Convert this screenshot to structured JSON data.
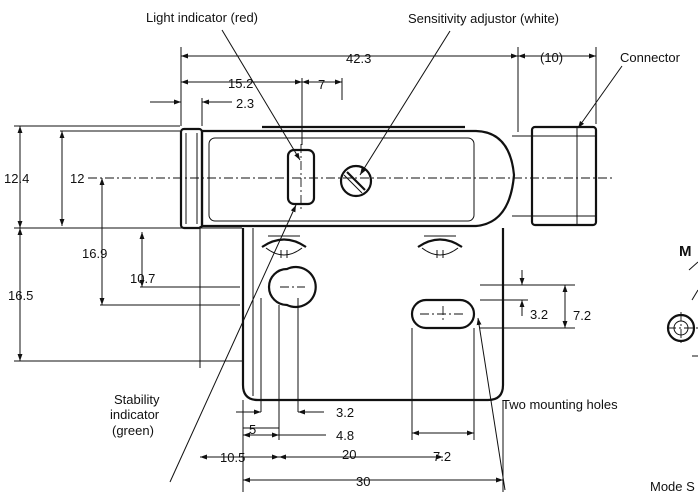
{
  "callouts": {
    "light_indicator": "Light indicator (red)",
    "sensitivity_adjustor": "Sensitivity adjustor (white)",
    "connector": "Connector",
    "stability_line1": "Stability",
    "stability_line2": "indicator",
    "stability_line3": "(green)",
    "mounting_holes": "Two mounting holes",
    "section_fragment": "M",
    "mode_fragment": "Mode S"
  },
  "dimensions": {
    "length_total": "42.3",
    "connector_len": "(10)",
    "indicator_pos": "15.2",
    "indicator_gap": "7",
    "edge_offset": "2.3",
    "height_outer": "12.4",
    "height_inner": "12",
    "bracket_height": "16.5",
    "axis_to_hole": "16.9",
    "axis_to_slot": "10.7",
    "slot_width": "3.2",
    "slot_pitch": "7.2",
    "hole_width": "3.2",
    "hole_offset": "4.8",
    "hole_edge": "5",
    "bracket_left": "10.5",
    "hole_spacing": "20",
    "slot_length": "7.2",
    "bracket_width": "30"
  }
}
